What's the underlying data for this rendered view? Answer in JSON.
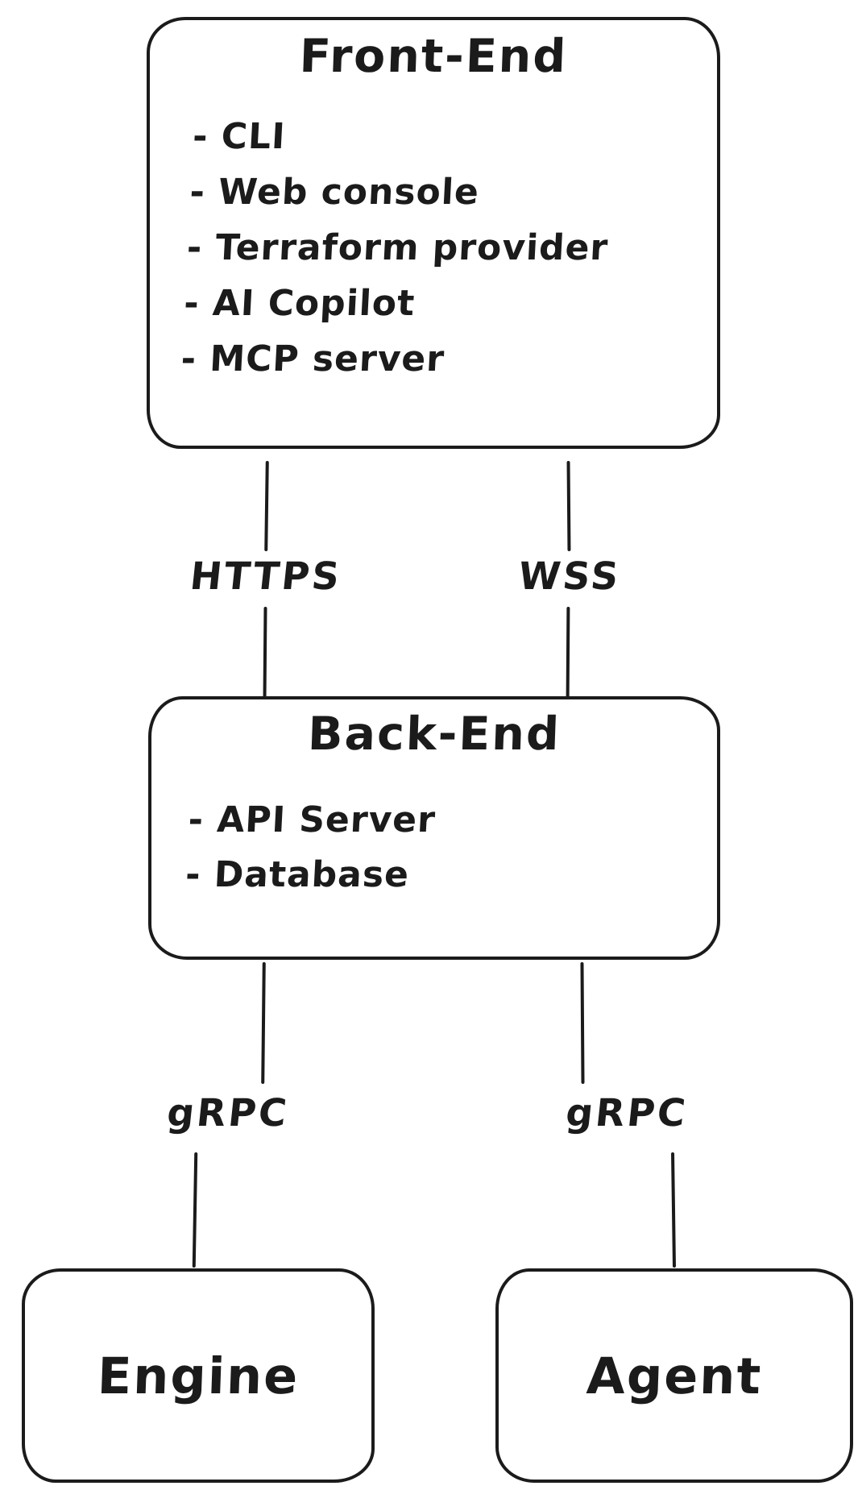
{
  "diagram": {
    "background_color": "#ffffff",
    "stroke_color": "#1b1b1b",
    "nodes": [
      {
        "id": "front-end",
        "title": "Front-End",
        "items": [
          "- CLI",
          "- Web console",
          "- Terraform provider",
          "- AI Copilot",
          "- MCP server"
        ]
      },
      {
        "id": "back-end",
        "title": "Back-End",
        "items": [
          "- API Server",
          "- Database"
        ]
      },
      {
        "id": "engine",
        "title": "Engine",
        "items": []
      },
      {
        "id": "agent",
        "title": "Agent",
        "items": []
      }
    ],
    "edges": [
      {
        "from": "Front-End",
        "to": "Back-End",
        "label": "HTTPS"
      },
      {
        "from": "Front-End",
        "to": "Back-End",
        "label": "WSS"
      },
      {
        "from": "Back-End",
        "to": "Engine",
        "label": "gRPC"
      },
      {
        "from": "Back-End",
        "to": "Agent",
        "label": "gRPC"
      }
    ]
  }
}
